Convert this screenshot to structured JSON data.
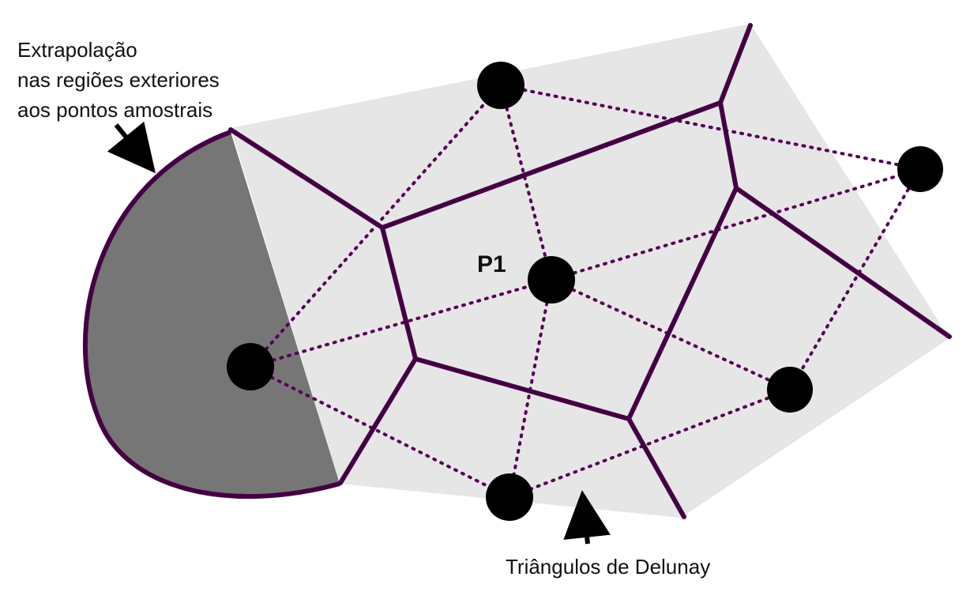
{
  "labels": {
    "extrapolation": [
      "Extrapolação",
      "nas regiões exteriores",
      "aos pontos amostrais"
    ],
    "delaunay": "Triângulos de Delunay",
    "point": "P1"
  },
  "colors": {
    "hull_fill": "#e6e6e6",
    "extrapolated_region_fill": "#767676",
    "voronoi_edge": "#440044",
    "delaunay_edge": "#550055",
    "sample_point": "#000000",
    "arrow": "#000000"
  },
  "icons": {
    "sample_point": "filled-circle",
    "pointer": "arrow"
  }
}
